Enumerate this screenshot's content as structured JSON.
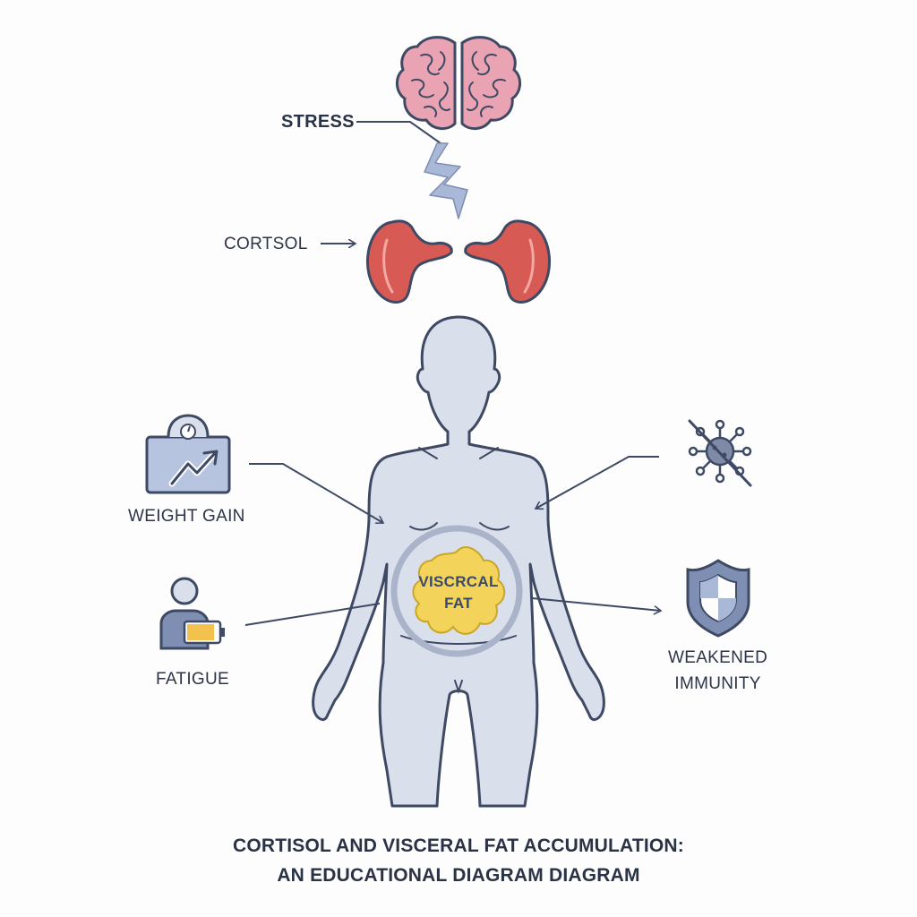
{
  "labels": {
    "stress": "STRESS",
    "cortisol": "CORTSOL",
    "weight_gain": "WEIGHT GAIN",
    "fatigue": "FATIGUE",
    "weakened_immunity_line1": "WEAKENED",
    "weakened_immunity_line2": "IMMUNITY",
    "visceral_fat_line1": "VISCRCAL",
    "visceral_fat_line2": "FAT"
  },
  "caption": {
    "line1": "CORTISOL AND VISCERAL FAT ACCUMULATION:",
    "line2": "AN EDUCATIONAL DIAGRAM DIAGRAM"
  },
  "colors": {
    "outline": "#3e4a64",
    "body_fill": "#d9dfeb",
    "brain_fill": "#eaa3b2",
    "gland_fill": "#d85a55",
    "fat_fill": "#f3d35a",
    "bolt_fill": "#a9b8d6",
    "icon_fill": "#b7c4e0",
    "battery_fill": "#f2c14e"
  },
  "icons": [
    "brain-icon",
    "lightning-bolt-icon",
    "adrenal-gland-icon",
    "scale-trend-icon",
    "person-battery-icon",
    "virus-crossed-icon",
    "shield-icon"
  ]
}
